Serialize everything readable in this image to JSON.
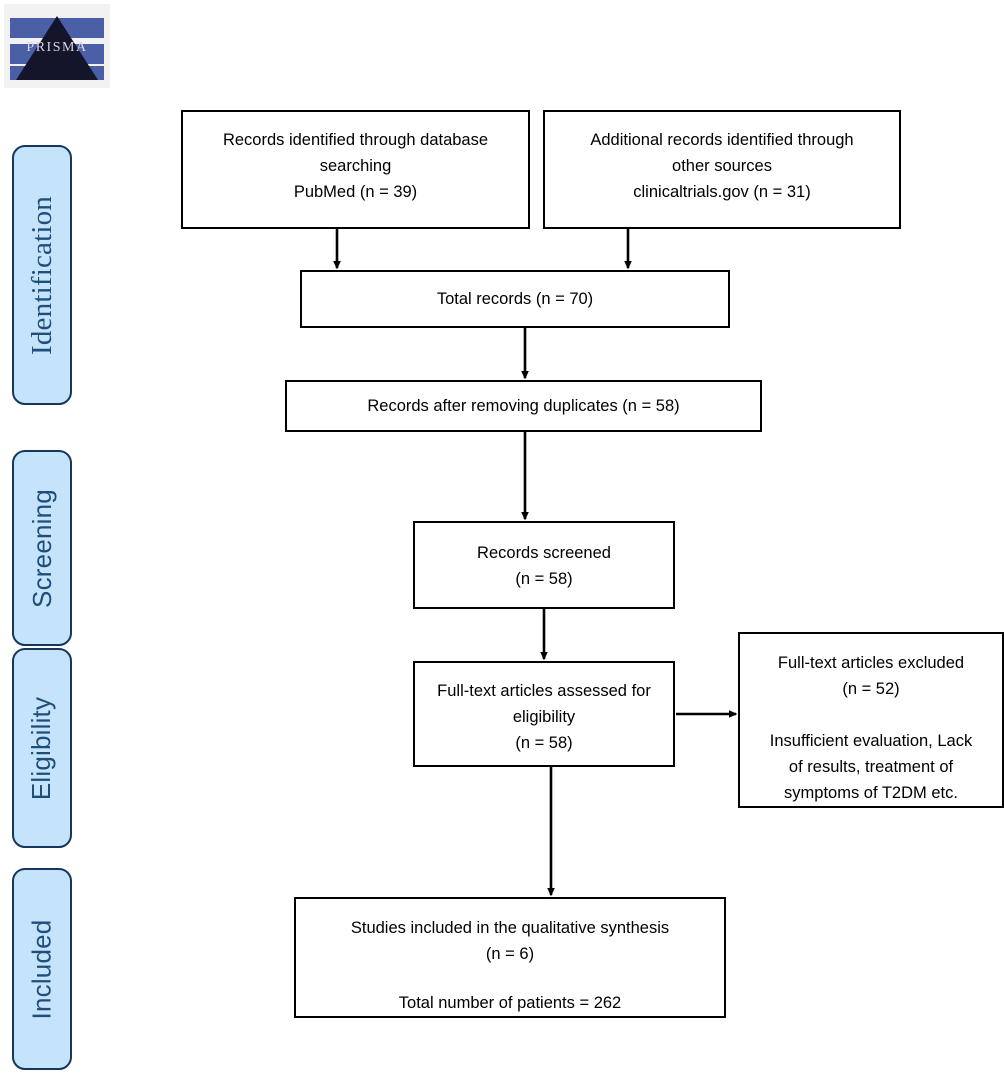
{
  "logo": {
    "name": "prisma-logo",
    "wordmark": "PRISMA",
    "colors": {
      "band": "#4a5fa5",
      "triangle": "#1a1a35",
      "backdrop": "#f2f2f2"
    }
  },
  "stages": [
    {
      "id": "identification",
      "label": "Identification"
    },
    {
      "id": "screening",
      "label": "Screening"
    },
    {
      "id": "eligibility",
      "label": "Eligibility"
    },
    {
      "id": "included",
      "label": "Included"
    }
  ],
  "stage_style": {
    "fill": "#c5e4fb",
    "border": "#17365d",
    "text": "#1f4e79"
  },
  "boxes": {
    "database": {
      "line1": "Records identified through database",
      "line2": "searching",
      "line3": "PubMed (n = 39)"
    },
    "additional": {
      "line1": "Additional records identified through",
      "line2": "other sources",
      "line3": "clinicaltrials.gov (n = 31)"
    },
    "total": {
      "line1": "Total records (n = 70)"
    },
    "duplicates": {
      "line1": "Records after removing duplicates (n = 58)"
    },
    "screened": {
      "line1": "Records screened",
      "line2": "(n = 58)"
    },
    "fulltext": {
      "line1": "Full-text articles assessed for",
      "line2": "eligibility",
      "line3": "(n = 58)"
    },
    "excluded": {
      "line1": "Full-text articles excluded",
      "line2": "(n = 52)",
      "line3": "Insufficient evaluation, Lack",
      "line4": "of results, treatment of",
      "line5": "symptoms of T2DM etc."
    },
    "included": {
      "line1": "Studies included in the qualitative synthesis",
      "line2": "(n = 6)",
      "line3": "Total number of patients = 262"
    }
  },
  "flow_data": {
    "type": "prisma-flow-diagram",
    "counts": {
      "database_search_pubmed": 39,
      "other_sources_clinicaltrials_gov": 31,
      "total_records": 70,
      "after_duplicates_removed": 58,
      "records_screened": 58,
      "fulltext_assessed": 58,
      "fulltext_excluded": 52,
      "studies_included": 6,
      "total_patients": 262
    },
    "exclusion_reasons": "Insufficient evaluation, Lack of results, treatment of symptoms of T2DM etc.",
    "edges": [
      {
        "from": "database",
        "to": "total",
        "direction": "down"
      },
      {
        "from": "additional",
        "to": "total",
        "direction": "down"
      },
      {
        "from": "total",
        "to": "duplicates",
        "direction": "down"
      },
      {
        "from": "duplicates",
        "to": "screened",
        "direction": "down"
      },
      {
        "from": "screened",
        "to": "fulltext",
        "direction": "down"
      },
      {
        "from": "fulltext",
        "to": "excluded",
        "direction": "right"
      },
      {
        "from": "fulltext",
        "to": "included",
        "direction": "down"
      }
    ]
  }
}
